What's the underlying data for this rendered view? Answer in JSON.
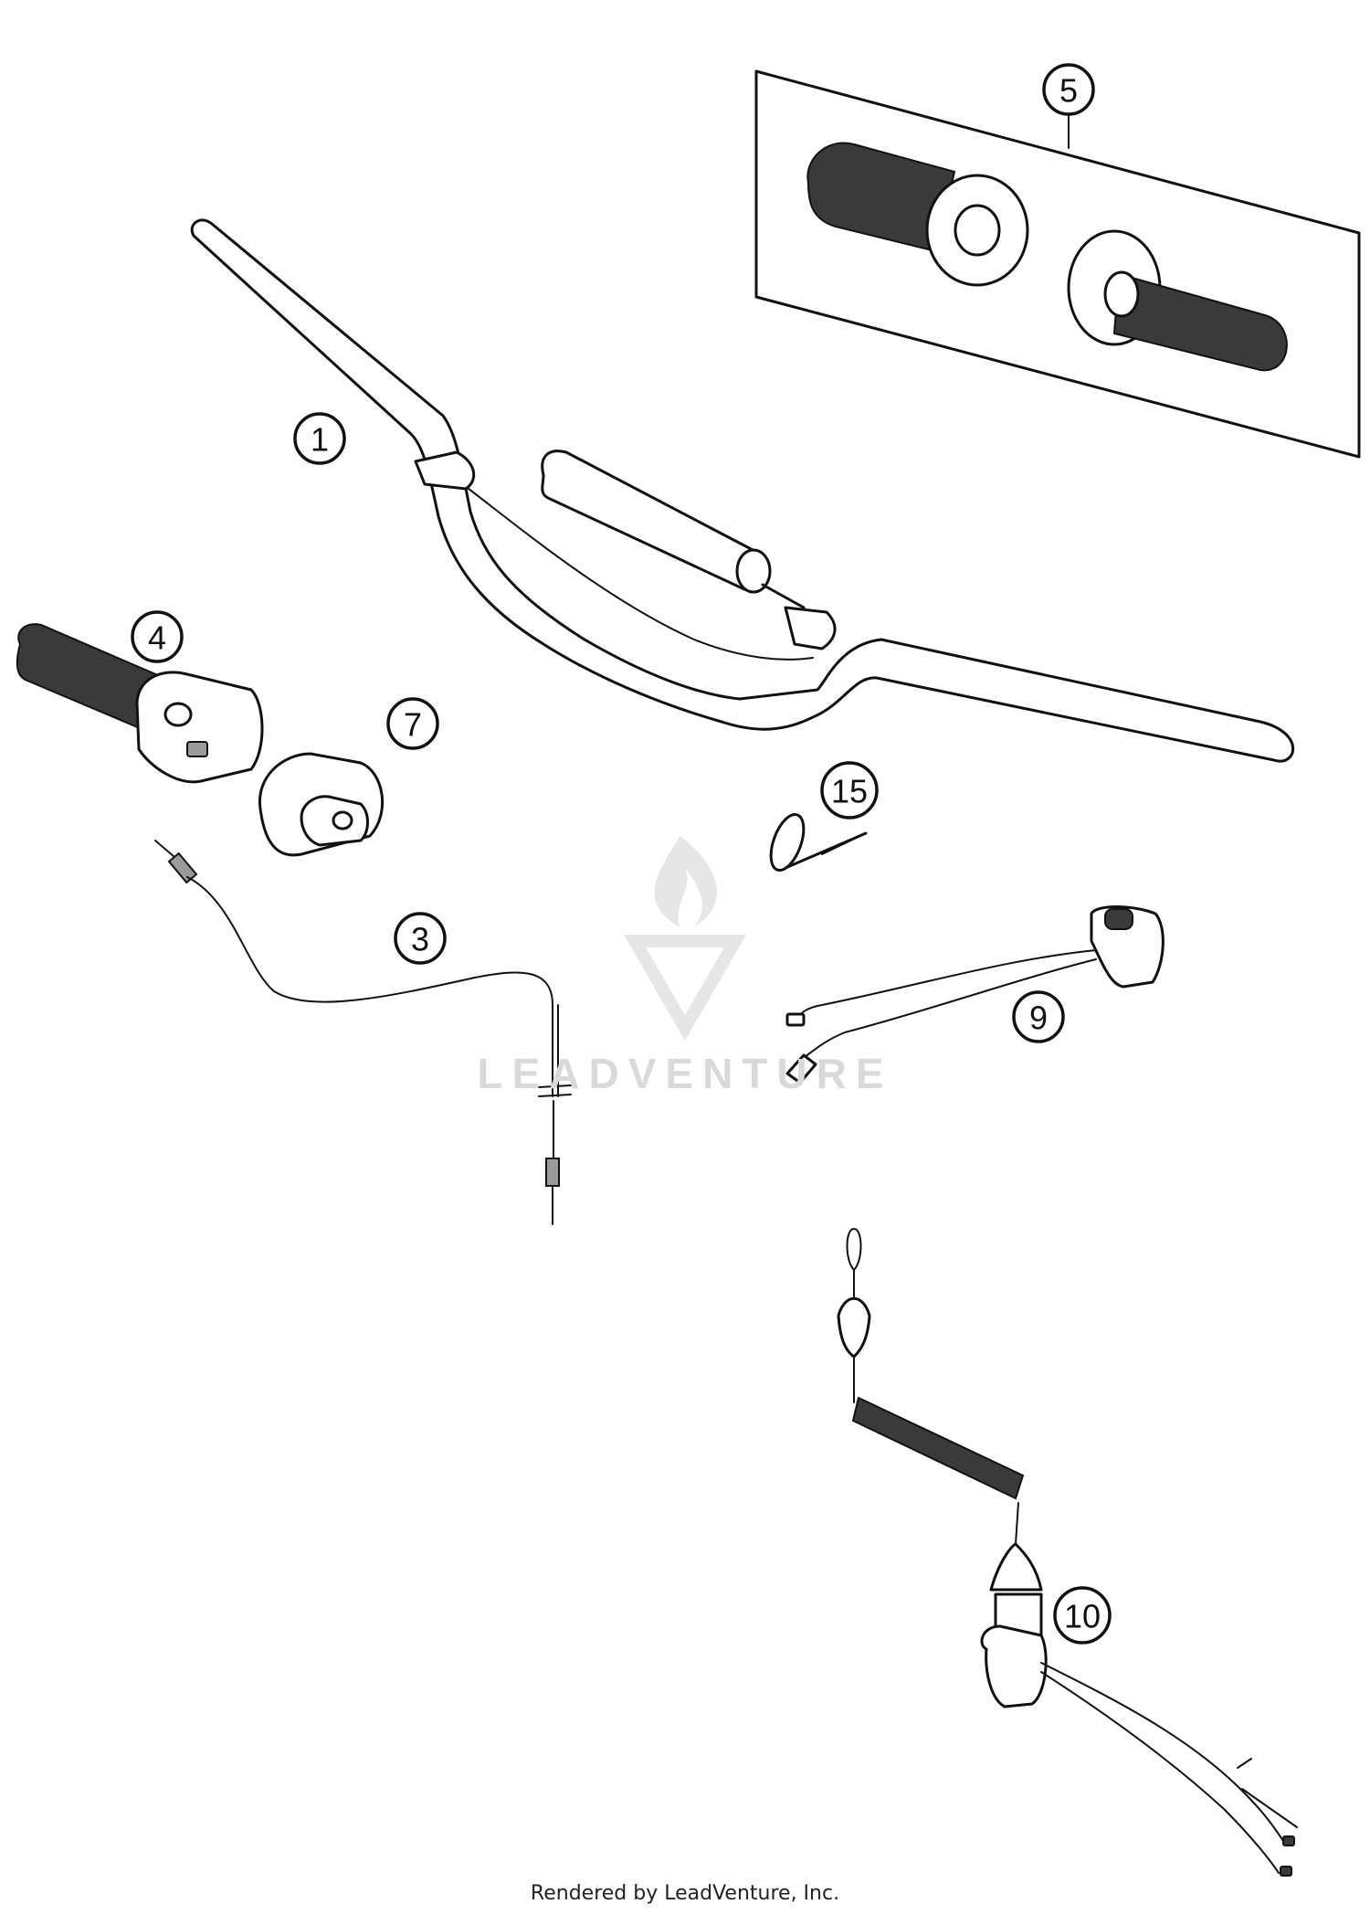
{
  "callouts": [
    {
      "id": "1",
      "label": "1"
    },
    {
      "id": "3",
      "label": "3"
    },
    {
      "id": "4",
      "label": "4"
    },
    {
      "id": "5",
      "label": "5"
    },
    {
      "id": "7",
      "label": "7"
    },
    {
      "id": "9",
      "label": "9"
    },
    {
      "id": "10",
      "label": "10"
    },
    {
      "id": "15",
      "label": "15"
    }
  ],
  "watermark": {
    "text": "LEADVENTURE"
  },
  "footer": {
    "credit": "Rendered by LeadVenture, Inc."
  }
}
